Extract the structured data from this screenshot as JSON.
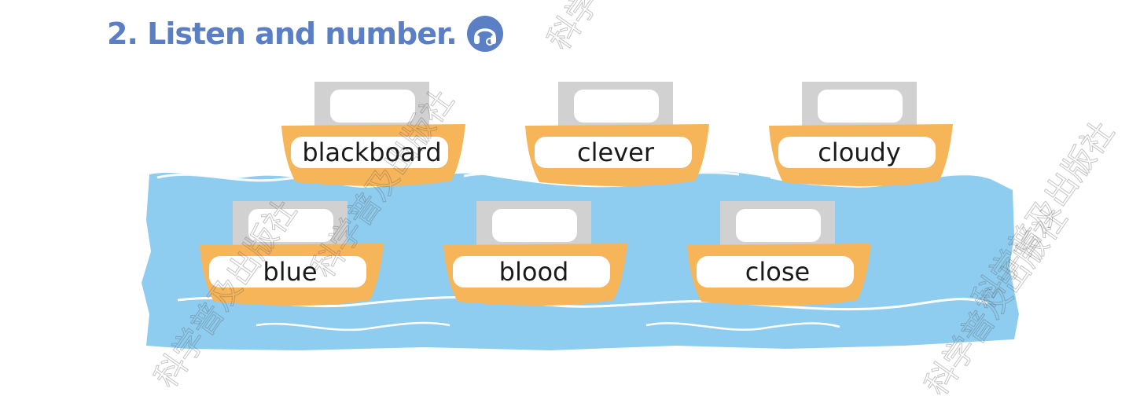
{
  "header": {
    "title": "2. Listen and number.",
    "icon": "headphone-icon"
  },
  "boats": {
    "top_row": [
      {
        "label": "blackboard"
      },
      {
        "label": "clever"
      },
      {
        "label": "cloudy"
      }
    ],
    "bottom_row": [
      {
        "label": "blue"
      },
      {
        "label": "blood"
      },
      {
        "label": "close"
      }
    ]
  },
  "watermarks": [
    {
      "text": "科学普及出版社"
    },
    {
      "text": "科学普及出版社"
    },
    {
      "text": "科学普及出版社"
    },
    {
      "text": "科学普及出版社"
    },
    {
      "text": "科学普及出版社"
    }
  ],
  "colors": {
    "title": "#5b7fc4",
    "water": "#8ecdf0",
    "boat_hull": "#f7b55a",
    "cabin": "#d1d1d1"
  }
}
